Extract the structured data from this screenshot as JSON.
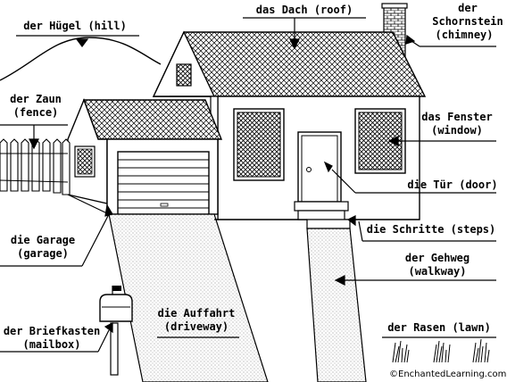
{
  "labels": {
    "hill": {
      "de": "der Hügel",
      "en": "(hill)"
    },
    "roof": {
      "de": "das Dach",
      "en": "(roof)"
    },
    "chimney": {
      "de": "der Schornstein",
      "en": "(chimney)"
    },
    "fence": {
      "de": "der Zaun",
      "en": "(fence)"
    },
    "window": {
      "de": "das Fenster",
      "en": "(window)"
    },
    "door": {
      "de": "die Tür",
      "en": "(door)"
    },
    "steps": {
      "de": "die Schritte",
      "en": "(steps)"
    },
    "garage": {
      "de": "die Garage",
      "en": "(garage)"
    },
    "walkway": {
      "de": "der Gehweg",
      "en": "(walkway)"
    },
    "driveway": {
      "de": "die Auffahrt",
      "en": "(driveway)"
    },
    "mailbox": {
      "de": "der Briefkasten",
      "en": "(mailbox)"
    },
    "lawn": {
      "de": "der Rasen",
      "en": "(lawn)"
    }
  },
  "credit": "©EnchantedLearning.com"
}
